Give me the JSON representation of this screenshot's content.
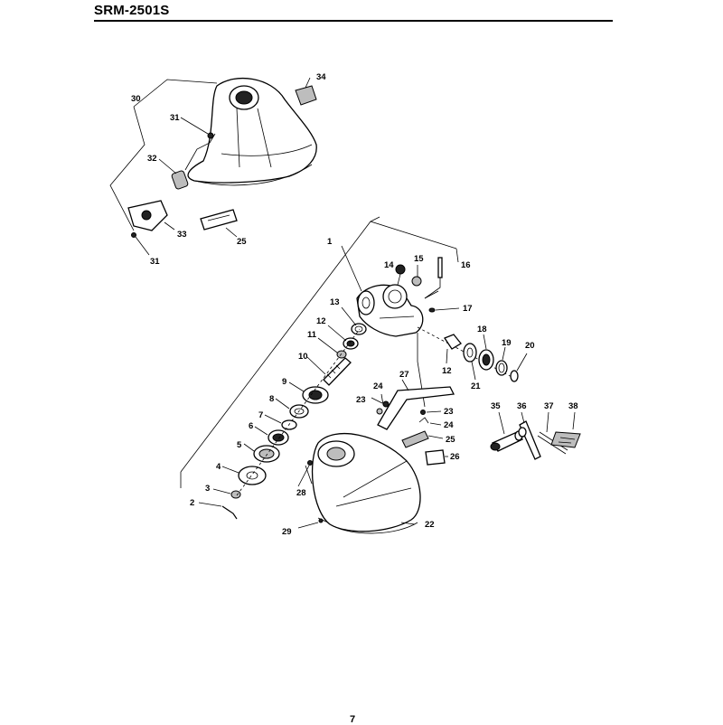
{
  "title": "SRM-2501S",
  "page_number": "7",
  "callouts": {
    "c1": "1",
    "c2": "2",
    "c3": "3",
    "c4": "4",
    "c5": "5",
    "c6": "6",
    "c7": "7",
    "c8": "8",
    "c9": "9",
    "c10": "10",
    "c11": "11",
    "c12a": "12",
    "c12b": "12",
    "c13": "13",
    "c14": "14",
    "c15": "15",
    "c16": "16",
    "c17": "17",
    "c18": "18",
    "c19": "19",
    "c20": "20",
    "c21": "21",
    "c22": "22",
    "c23a": "23",
    "c23b": "23",
    "c24a": "24",
    "c24b": "24",
    "c25a": "25",
    "c25b": "25",
    "c26": "26",
    "c27": "27",
    "c28": "28",
    "c29": "29",
    "c30": "30",
    "c31a": "31",
    "c31b": "31",
    "c32": "32",
    "c33": "33",
    "c34": "34",
    "c35": "35",
    "c36": "36",
    "c37": "37",
    "c38": "38"
  }
}
